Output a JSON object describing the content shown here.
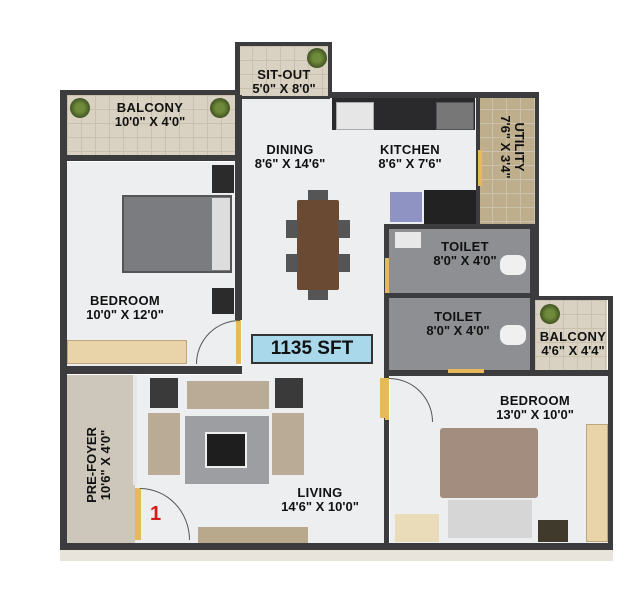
{
  "floor_plan": {
    "total_area": "1135 SFT",
    "entry_marker": "1",
    "rooms": [
      {
        "id": "sit-out",
        "name": "SIT-OUT",
        "dims": "5'0\" X 8'0\""
      },
      {
        "id": "balcony-top",
        "name": "BALCONY",
        "dims": "10'0\" X 4'0\""
      },
      {
        "id": "dining",
        "name": "DINING",
        "dims": "8'6\" X 14'6\""
      },
      {
        "id": "kitchen",
        "name": "KITCHEN",
        "dims": "8'6\" X 7'6\""
      },
      {
        "id": "utility",
        "name": "UTILITY",
        "dims": "7'6\" X 3'4\""
      },
      {
        "id": "toilet-1",
        "name": "TOILET",
        "dims": "8'0\" X 4'0\""
      },
      {
        "id": "toilet-2",
        "name": "TOILET",
        "dims": "8'0\" X 4'0\""
      },
      {
        "id": "balcony-right",
        "name": "BALCONY",
        "dims": "4'6\" X 4'4\""
      },
      {
        "id": "bedroom-left",
        "name": "BEDROOM",
        "dims": "10'0\" X 12'0\""
      },
      {
        "id": "bedroom-right",
        "name": "BEDROOM",
        "dims": "13'0\" X 10'0\""
      },
      {
        "id": "pre-foyer",
        "name": "PRE-FOYER",
        "dims": "10'6\" X 4'0\""
      },
      {
        "id": "living",
        "name": "LIVING",
        "dims": "14'6\" X 10'0\""
      }
    ],
    "colors": {
      "wall": "#3c3c3e",
      "area_badge_bg": "#a9d8ea",
      "entry_marker": "#d21b1b",
      "door": "#e8b95a"
    }
  }
}
